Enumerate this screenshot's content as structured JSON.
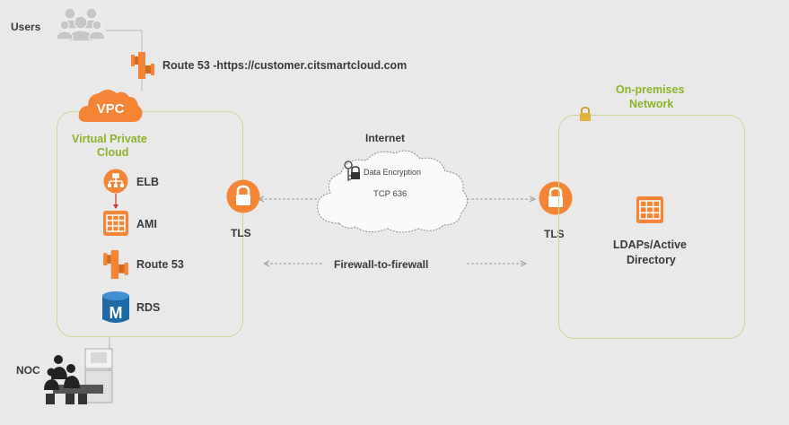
{
  "users": {
    "label": "Users",
    "icon": "users-icon"
  },
  "route53_top": {
    "label": "Route 53 -https://customer.citsmartcloud.com",
    "icon": "route53-icon"
  },
  "vpc": {
    "badge": "VPC",
    "title_line1": "Virtual Private",
    "title_line2": "Cloud",
    "items": [
      {
        "label": "ELB",
        "icon": "elb-icon"
      },
      {
        "label": "AMI",
        "icon": "ami-icon"
      },
      {
        "label": "Route 53",
        "icon": "route53-icon"
      },
      {
        "label": "RDS",
        "icon": "rds-icon"
      }
    ]
  },
  "tls_left": {
    "label": "TLS",
    "icon": "lock-icon"
  },
  "tls_right": {
    "label": "TLS",
    "icon": "lock-icon"
  },
  "internet": {
    "title": "Internet",
    "encryption": "Data Encryption",
    "protocol": "TCP 636"
  },
  "firewall": {
    "label": "Firewall-to-firewall"
  },
  "onprem": {
    "title_line1": "On-premises",
    "title_line2": "Network",
    "server_line1": "LDAPs/Active",
    "server_line2": "Directory"
  },
  "noc": {
    "label": "NOC",
    "icon": "noc-operators-icon"
  },
  "colors": {
    "orange": "#f58536",
    "green": "#8ab329",
    "border": "#c9d99a",
    "background": "#e9e9e9"
  }
}
